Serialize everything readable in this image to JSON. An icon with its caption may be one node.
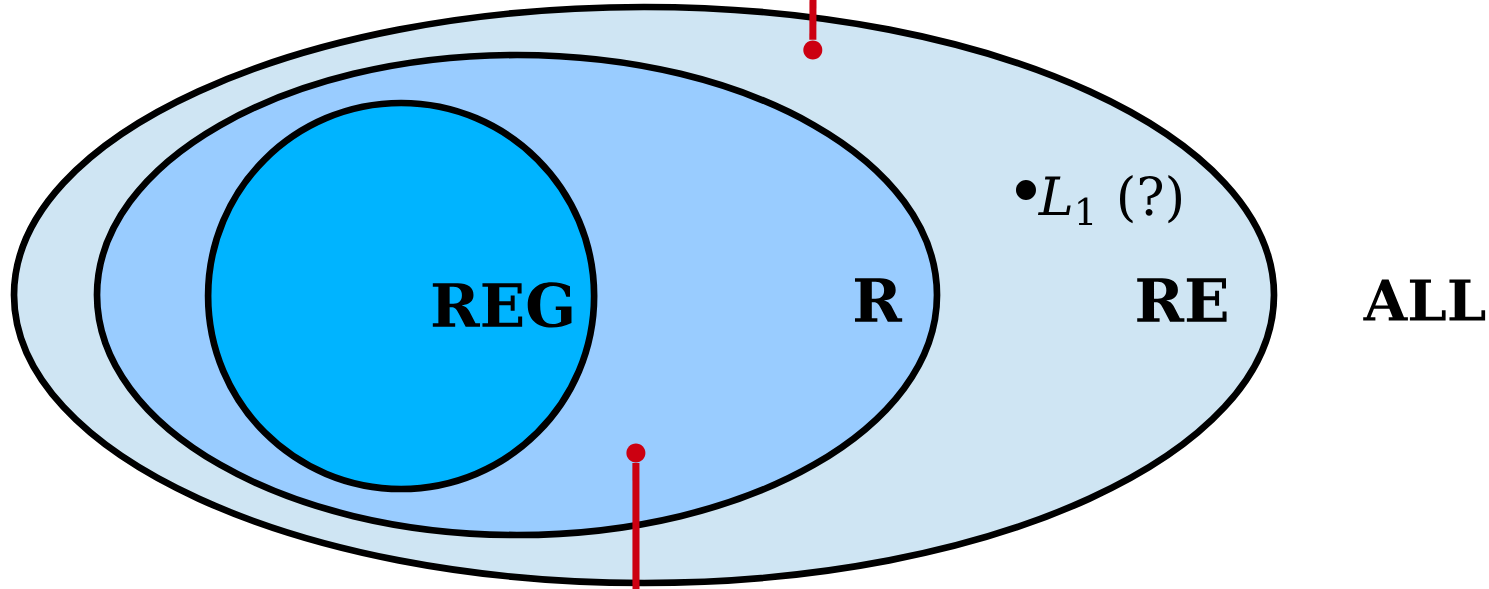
{
  "diagram": {
    "nodes": [
      {
        "text": [
          "RE"
        ]
      },
      {
        "text": [],
        "shape": "circle",
        "in": 0
      },
      {
        "text": [
          "R"
        ],
        "in": 0
      },
      {
        "text": [
          "REG"
        ],
        "in": 2
      },
      {
        "text": [],
        "shape": "circle",
        "in": 2
      }
    ],
    "edges": [
      {
        "from": null,
        "to": 1,
        "arrow": "none"
      },
      {
        "from": null,
        "to": 4,
        "arrow": "none"
      }
    ],
    "labels": [
      "ALL",
      "*L*$_{1}$ (?)"
    ]
  }
}
